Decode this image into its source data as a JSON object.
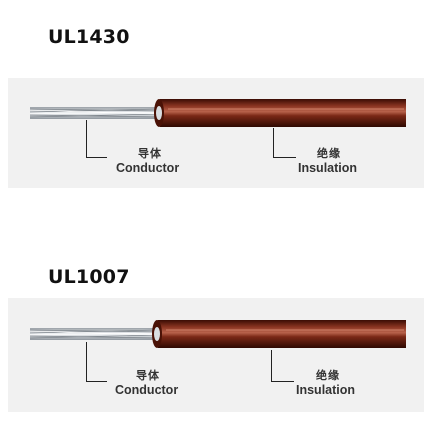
{
  "diagrams": [
    {
      "title": "UL1430",
      "conductor": {
        "cn": "导体",
        "en": "Conductor"
      },
      "insulation": {
        "cn": "绝缘",
        "en": "Insulation"
      }
    },
    {
      "title": "UL1007",
      "conductor": {
        "cn": "导体",
        "en": "Conductor"
      },
      "insulation": {
        "cn": "绝缘",
        "en": "Insulation"
      }
    }
  ],
  "colors": {
    "insulation": "#6b1f10",
    "conductor": "#c9ced3",
    "panel": "#f1f1f1"
  }
}
